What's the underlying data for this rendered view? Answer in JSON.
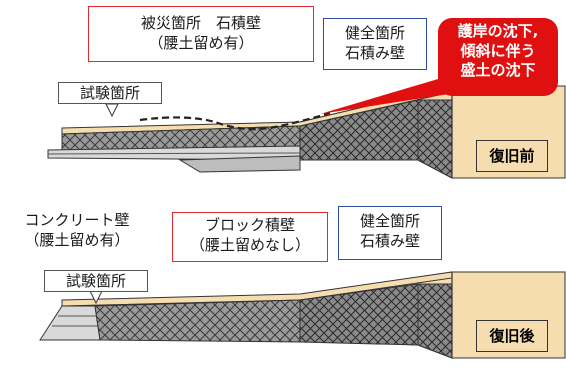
{
  "top": {
    "damaged": {
      "line1": "被災箇所　石積壁",
      "line2": "（腰土留め有）"
    },
    "sound": {
      "line1": "健全箇所",
      "line2": "石積み壁"
    },
    "callout": {
      "line1": "護岸の沈下,",
      "line2": "傾斜に伴う",
      "line3": "盛土の沈下"
    },
    "test_tag": "試験箇所",
    "stage": "復旧前"
  },
  "bottom": {
    "concrete": {
      "line1": "コンクリート壁",
      "line2": "（腰土留め有）"
    },
    "block": {
      "line1": "ブロック積壁",
      "line2": "（腰土留めなし）"
    },
    "sound": {
      "line1": "健全箇所",
      "line2": "石積み壁"
    },
    "test_tag": "試験箇所",
    "stage": "復旧後"
  },
  "colors": {
    "fill": "#f6ddb0",
    "red": "#e02b2b",
    "blue": "#2f4fa0",
    "callout": "#e01010"
  }
}
